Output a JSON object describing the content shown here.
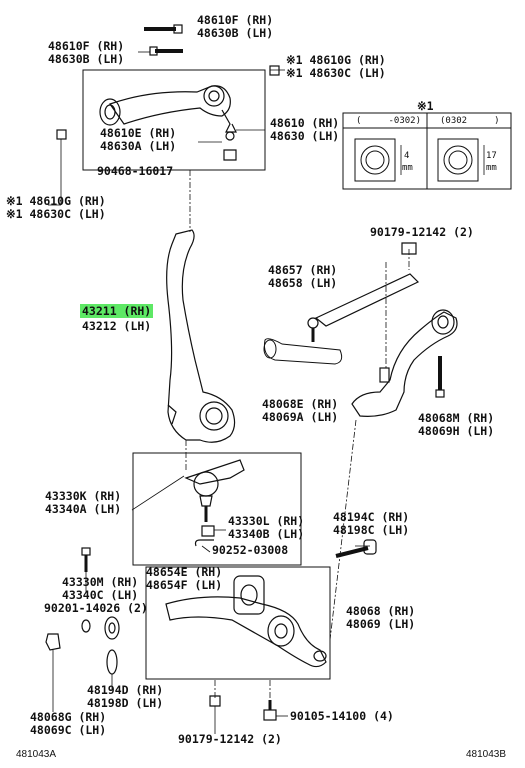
{
  "labels": {
    "p48610f_rh": "48610F (RH)",
    "p48630b_lh": "48630B (LH)",
    "p48610f2_rh": "48610F (RH)",
    "p48630b2_lh": "48630B (LH)",
    "p48610g_rh": "※1 48610G (RH)",
    "p48630c_lh": "※1 48630C (LH)",
    "p48610e_rh": "48610E (RH)",
    "p48630a_lh": "48630A (LH)",
    "p48610_rh": "48610 (RH)",
    "p48630_lh": "48630 (LH)",
    "p90468": "90468-16017",
    "p48610g2_rh": "※1 48610G (RH)",
    "p48630c2_lh": "※1 48630C (LH)",
    "p43211_rh": "43211 (RH)",
    "p43212_lh": "43212 (LH)",
    "p90179_top": "90179-12142 (2)",
    "p48657_rh": "48657 (RH)",
    "p48658_lh": "48658 (LH)",
    "p48068e_rh": "48068E (RH)",
    "p48069a_lh": "48069A (LH)",
    "p48068m_rh": "48068M (RH)",
    "p48069h_lh": "48069H (LH)",
    "p43330k_rh": "43330K (RH)",
    "p43340a_lh": "43340A (LH)",
    "p43330l_rh": "43330L (RH)",
    "p43340b_lh": "43340B (LH)",
    "p90252": "90252-03008",
    "p48194c_rh": "48194C (RH)",
    "p48198c_lh": "48198C (LH)",
    "p43330m_rh": "43330M (RH)",
    "p43340c_lh": "43340C (LH)",
    "p48654e_rh": "48654E (RH)",
    "p48654f_lh": "48654F (LH)",
    "p90201": "90201-14026 (2)",
    "p48068_rh": "48068 (RH)",
    "p48069_lh": "48069 (LH)",
    "p48194d_rh": "48194D (RH)",
    "p48198d_lh": "48198D (LH)",
    "p48068g_rh": "48068G (RH)",
    "p48069c_lh": "48069C (LH)",
    "p90105": "90105-14100 (4)",
    "p90179_bot": "90179-12142 (2)"
  },
  "inset": {
    "note": "※1",
    "col1": "(     -0302)",
    "col2": "(0302     )",
    "dim1": "4",
    "dim1_unit": "mm",
    "dim2": "17",
    "dim2_unit": "mm"
  },
  "footer": {
    "left_ref": "481043A",
    "right_ref": "481043B"
  },
  "colors": {
    "highlight": "#5ee865",
    "ink": "#111111"
  }
}
